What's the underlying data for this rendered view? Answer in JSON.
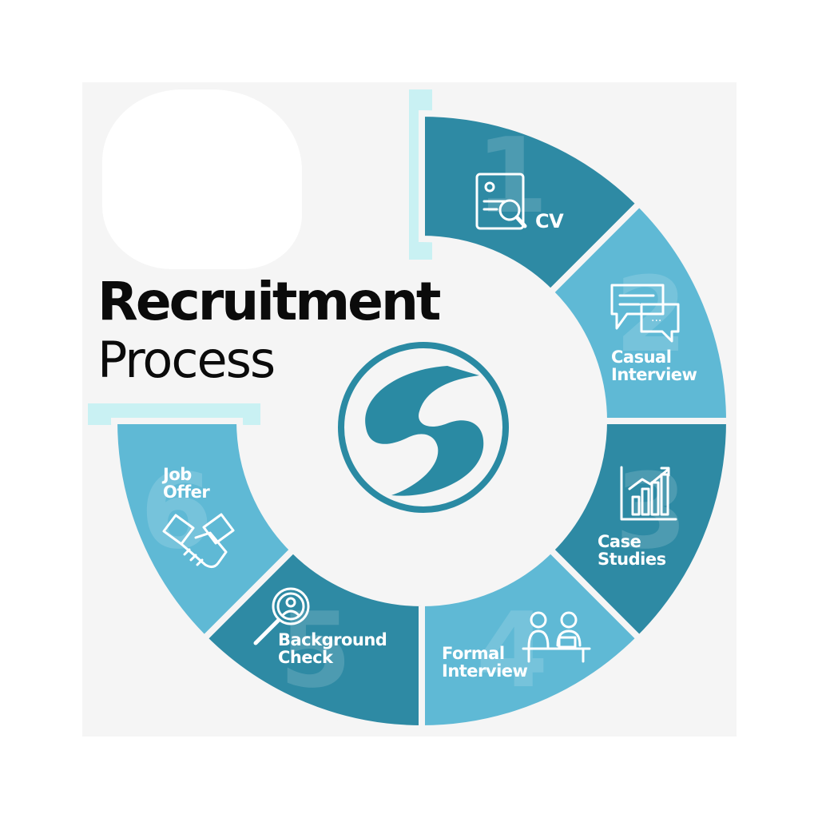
{
  "title": {
    "line1": "Recruitment",
    "line2": "Process"
  },
  "colors": {
    "dark": "#2e8aa4",
    "light": "#5fb9d5",
    "accent_bar": "#c9f1f3",
    "background": "#f5f5f5"
  },
  "steps": [
    {
      "number": "1",
      "label": "CV",
      "icon": "cv-search-icon",
      "shade": "dark"
    },
    {
      "number": "2",
      "label": "Casual Interview",
      "icon": "chat-bubbles-icon",
      "shade": "light"
    },
    {
      "number": "3",
      "label": "Case Studies",
      "icon": "bar-chart-icon",
      "shade": "dark"
    },
    {
      "number": "4",
      "label": "Formal Interview",
      "icon": "interview-desk-icon",
      "shade": "light"
    },
    {
      "number": "5",
      "label": "Background Check",
      "icon": "person-search-icon",
      "shade": "dark"
    },
    {
      "number": "6",
      "label": "Job Offer",
      "icon": "handshake-icon",
      "shade": "light"
    }
  ],
  "labels": {
    "s1": "CV",
    "s2a": "Casual",
    "s2b": "Interview",
    "s3a": "Case",
    "s3b": "Studies",
    "s4a": "Formal",
    "s4b": "Interview",
    "s5a": "Background",
    "s5b": "Check",
    "s6a": "Job",
    "s6b": "Offer"
  }
}
